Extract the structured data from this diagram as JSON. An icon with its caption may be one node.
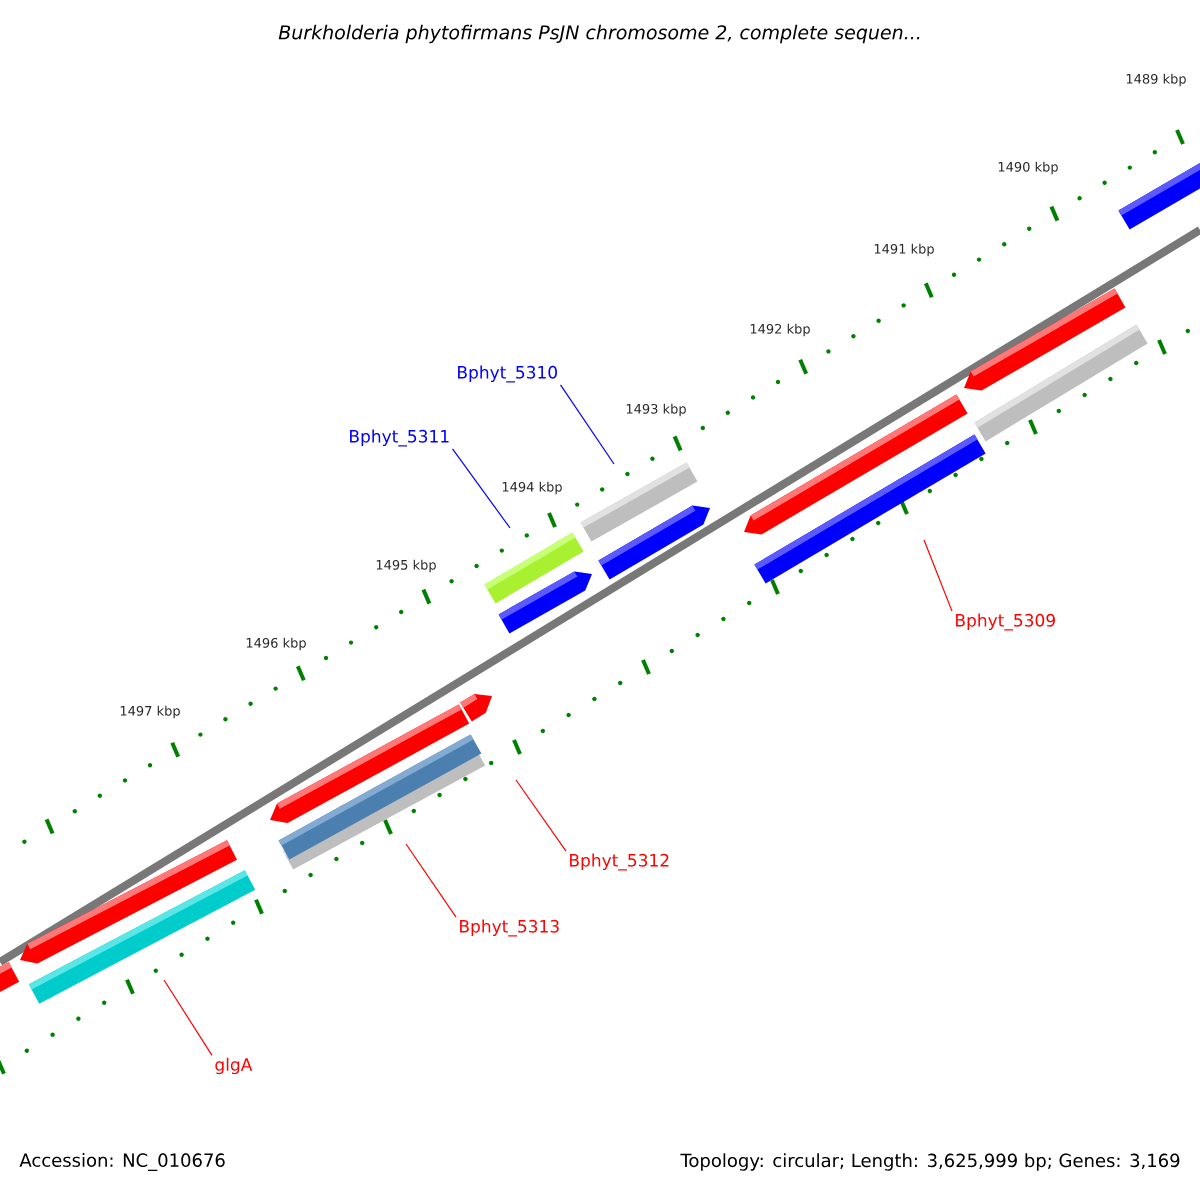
{
  "diagram": {
    "title": "Burkholderia phytofirmans PsJN chromosome 2, complete sequen...",
    "nodes": [
      {
        "text": [
          "Bphyt_5310"
        ]
      },
      {
        "text": [
          "Bphyt_5311"
        ]
      },
      {
        "text": [
          "Bphyt_5309"
        ]
      },
      {
        "text": [
          "Bphyt_5312"
        ]
      },
      {
        "text": [
          "Bphyt_5313"
        ]
      },
      {
        "text": [
          "glgA"
        ]
      }
    ],
    "edges": [
      {
        "from": 0,
        "to": null,
        "arrow": "none",
        "color": "#0000ff"
      },
      {
        "from": 1,
        "to": null,
        "arrow": "none",
        "color": "#0000ff"
      },
      {
        "from": 2,
        "to": null,
        "arrow": "none"
      },
      {
        "from": 3,
        "to": null,
        "arrow": "none"
      },
      {
        "from": 4,
        "to": null,
        "arrow": "none"
      },
      {
        "from": 5,
        "to": null,
        "arrow": "none"
      }
    ],
    "labels": [
      "1489 kbp",
      "1490 kbp",
      "1491 kbp",
      "1492 kbp",
      "1493 kbp",
      "1494 kbp",
      "1495 kbp",
      "1496 kbp",
      "1497 kbp",
      "Accession: NC_010676",
      "Topology: circular; Length: 3,625,999 bp; Genes: 3,169"
    ]
  }
}
